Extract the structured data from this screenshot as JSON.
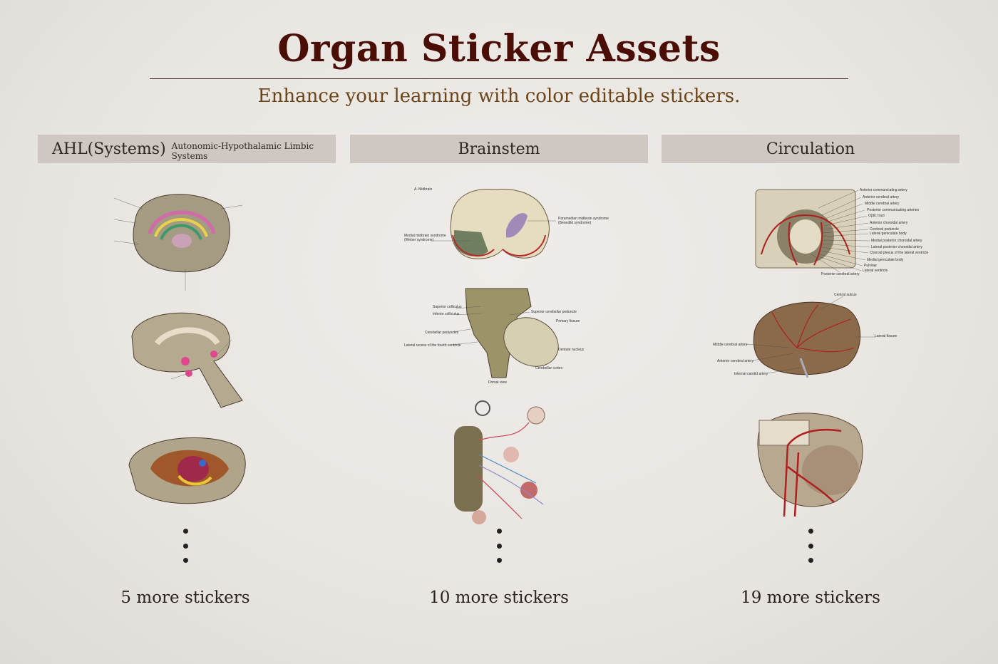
{
  "header": {
    "title": "Organ Sticker Assets",
    "subtitle": "Enhance your learning with color editable stickers."
  },
  "columns": [
    {
      "title": "AHL(Systems)",
      "subtitle": "Autonomic-Hypothalamic Limbic Systems",
      "more": "5 more stickers"
    },
    {
      "title": "Brainstem",
      "more": "10 more stickers",
      "midbrain_labels": [
        "A. Midbrain",
        "Paramedian midbrain syndrome",
        "(Benedikt syndrome)",
        "Medial midbrain syndrome",
        "(Weber syndrome)"
      ],
      "dorsal_labels": [
        "Superior colliculus",
        "Inferior colliculus",
        "Cerebellar peduncles",
        "Lateral recess of the fourth ventricle",
        "Superior cerebellar peduncle",
        "Primary fissure",
        "Dentate nucleus",
        "Cerebellar cortex",
        "Dorsal view"
      ]
    },
    {
      "title": "Circulation",
      "more": "19 more stickers",
      "arteries_labels": [
        "Anterior communicating artery",
        "Anterior cerebral artery",
        "Middle cerebral artery",
        "Posterior communicating arteries",
        "Optic tract",
        "Anterior choroidal artery",
        "Cerebral peduncle",
        "Lateral geniculate body",
        "Medial posterior choroidal artery",
        "Lateral posterior choroidal artery",
        "Choroid plexus of the lateral ventricle",
        "Medial geniculate body",
        "Pulvinar",
        "Lateral ventricle",
        "Posterior cerebral artery"
      ],
      "lateral_labels": [
        "Central sulcus",
        "Lateral fissure",
        "Middle cerebral artery",
        "Anterior cerebral artery",
        "Internal carotid artery"
      ]
    }
  ],
  "colors": {
    "title": "#4a0e07",
    "subtitle": "#6b4418",
    "header_bg": "#cfc8c2"
  }
}
